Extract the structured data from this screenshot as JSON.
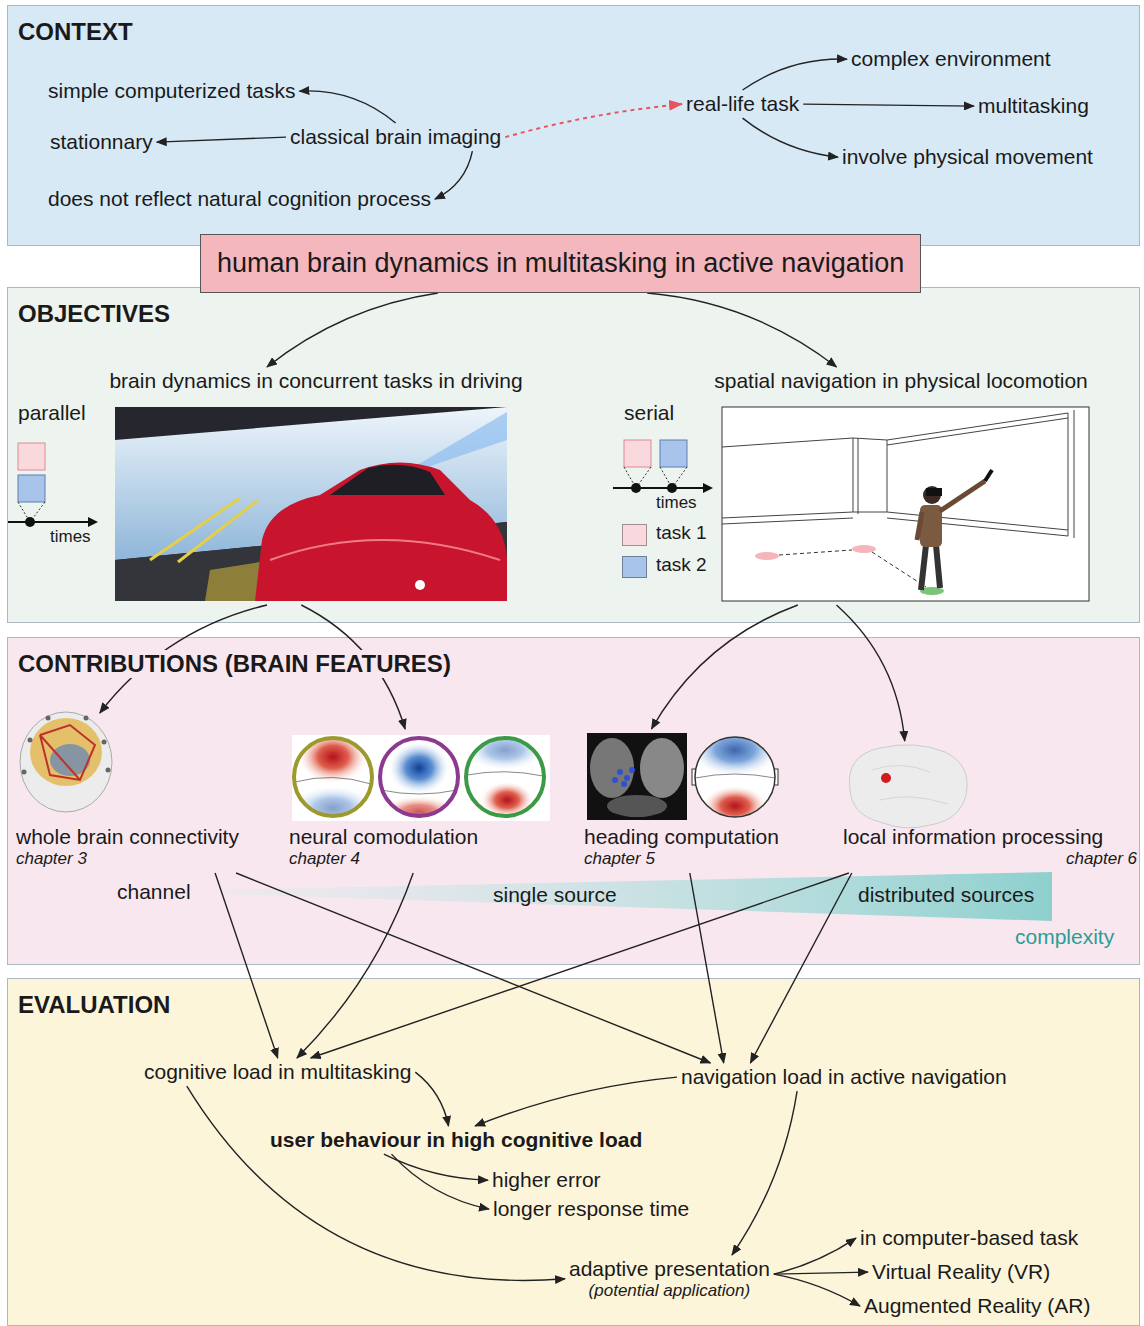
{
  "diagram": {
    "nodes": [
      {
        "text": [
          "CONTEXT"
        ]
      },
      {
        "text": [
          "simple computerized tasks"
        ],
        "in": 0
      },
      {
        "text": [
          "classical brain imaging"
        ],
        "in": 0
      },
      {
        "text": [
          "stationnary"
        ],
        "in": 0
      },
      {
        "text": [
          "does not reflect natural cognition process"
        ],
        "in": 0
      },
      {
        "text": [
          "real-life task"
        ],
        "in": 0
      },
      {
        "text": [
          "complex environment"
        ],
        "in": 0
      },
      {
        "text": [
          "multitasking"
        ],
        "in": 0
      },
      {
        "text": [
          "involve physical movement"
        ],
        "in": 0
      },
      {
        "text": [
          "human brain dynamics in multitasking in active navigation"
        ]
      },
      {
        "text": [
          "OBJECTIVES"
        ]
      },
      {
        "text": [
          "brain dynamics in concurrent tasks in driving"
        ],
        "in": 10
      },
      {
        "text": [
          "spatial navigation in physical locomotion"
        ],
        "in": 10
      },
      {
        "text": [
          "CONTRIBUTIONS (BRAIN FEATURES)"
        ]
      },
      {
        "text": [
          "whole brain connectivity",
          "chapter 3"
        ],
        "in": 13
      },
      {
        "text": [
          "neural comodulation",
          "chapter 4"
        ],
        "in": 13
      },
      {
        "text": [
          "heading computation",
          "chapter 5"
        ],
        "in": 13
      },
      {
        "text": [
          "local information processing",
          "chapter 6"
        ],
        "in": 13
      },
      {
        "text": [
          "EVALUATION"
        ]
      },
      {
        "text": [
          "cognitive load in multitasking"
        ],
        "in": 18
      },
      {
        "text": [
          "navigation load in active navigation"
        ],
        "in": 18
      },
      {
        "text": [
          "user behaviour in high cognitive load"
        ],
        "in": 18
      },
      {
        "text": [
          "higher error"
        ],
        "in": 18
      },
      {
        "text": [
          "longer response time"
        ],
        "in": 18
      },
      {
        "text": [
          "adaptive presentation",
          "(potential application)"
        ],
        "in": 18
      },
      {
        "text": [
          "in computer-based task"
        ],
        "in": 18
      },
      {
        "text": [
          "Virtual Reality (VR)"
        ],
        "in": 18
      },
      {
        "text": [
          "Augmented Reality (AR)"
        ],
        "in": 18
      }
    ],
    "edges": [
      {
        "from": 2,
        "to": 1,
        "arrow": "to"
      },
      {
        "from": 2,
        "to": 3,
        "arrow": "to"
      },
      {
        "from": 2,
        "to": 4,
        "arrow": "to"
      },
      {
        "from": 2,
        "to": 5,
        "arrow": "to"
      },
      {
        "from": 5,
        "to": 6,
        "arrow": "to"
      },
      {
        "from": 5,
        "to": 7,
        "arrow": "to"
      },
      {
        "from": 5,
        "to": 8,
        "arrow": "to"
      },
      {
        "from": 9,
        "to": 11,
        "arrow": "to"
      },
      {
        "from": 9,
        "to": 12,
        "arrow": "to"
      },
      {
        "from": 11,
        "to": 14,
        "arrow": "to"
      },
      {
        "from": 11,
        "to": 15,
        "arrow": "to"
      },
      {
        "from": 12,
        "to": 16,
        "arrow": "to"
      },
      {
        "from": 12,
        "to": 17,
        "arrow": "to"
      },
      {
        "from": 14,
        "to": 19,
        "arrow": "to"
      },
      {
        "from": 14,
        "to": 20,
        "arrow": "to"
      },
      {
        "from": 15,
        "to": 19,
        "arrow": "to"
      },
      {
        "from": 16,
        "to": 20,
        "arrow": "to"
      },
      {
        "from": 17,
        "to": 19,
        "arrow": "to"
      },
      {
        "from": 17,
        "to": 20,
        "arrow": "to"
      },
      {
        "from": 19,
        "to": 21,
        "arrow": "to"
      },
      {
        "from": 20,
        "to": 21,
        "arrow": "to"
      },
      {
        "from": 21,
        "to": 22,
        "arrow": "to"
      },
      {
        "from": 21,
        "to": 23,
        "arrow": "to"
      },
      {
        "from": 19,
        "to": 24,
        "arrow": "to"
      },
      {
        "from": 20,
        "to": 24,
        "arrow": "to"
      },
      {
        "from": 24,
        "to": 25,
        "arrow": "to"
      },
      {
        "from": 24,
        "to": 26,
        "arrow": "to"
      },
      {
        "from": 24,
        "to": 27,
        "arrow": "to"
      }
    ],
    "labels": [
      "parallel",
      "times",
      "serial",
      "times",
      "channel",
      "single source",
      "distributed sources",
      "complexity"
    ],
    "legend": [
      {
        "text": "task 1",
        "color": "#f9d9dd"
      },
      {
        "text": "task 2",
        "color": "#a9c4ea"
      }
    ]
  }
}
